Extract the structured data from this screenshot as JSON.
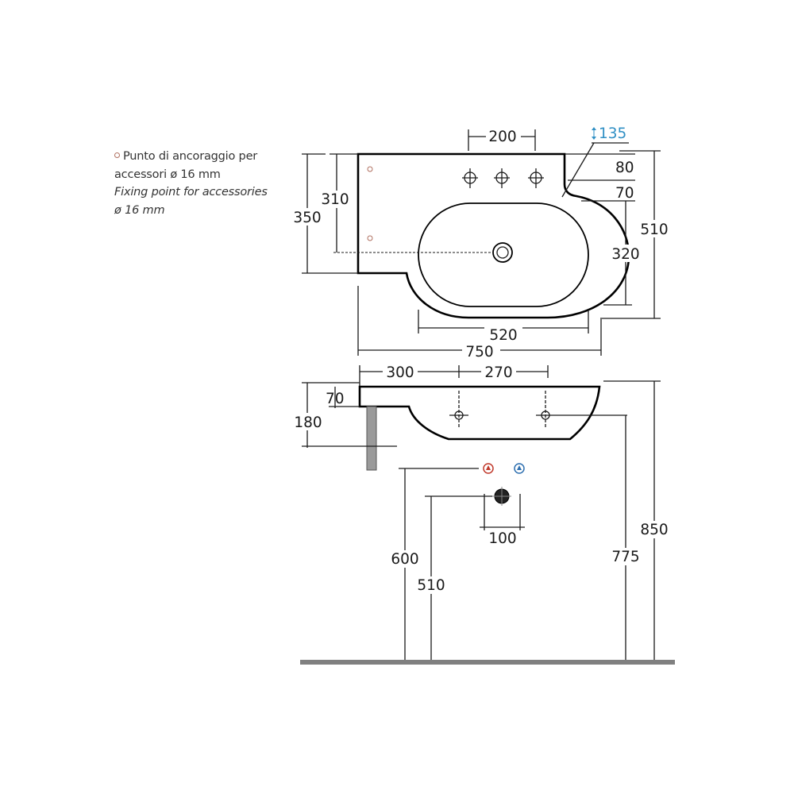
{
  "legend": {
    "line1": "Punto di ancoraggio per",
    "line2": "accessori ø 16 mm",
    "line3": "Fixing point for accessories",
    "line4": "ø 16 mm"
  },
  "top_view": {
    "d200": "200",
    "d135": "135",
    "d80": "80",
    "d70": "70",
    "d310": "310",
    "d350": "350",
    "d510": "510",
    "d320": "320",
    "d520": "520",
    "d750": "750"
  },
  "front_view": {
    "d300": "300",
    "d270": "270",
    "d70": "70",
    "d180": "180",
    "d100": "100",
    "d600": "600",
    "d510": "510",
    "d775": "775",
    "d850": "850"
  },
  "colors": {
    "hot_marker": "#c0392b",
    "cold_marker": "#2e6fb0",
    "accent_135": "#2f8fc4",
    "floor": "#808080"
  }
}
